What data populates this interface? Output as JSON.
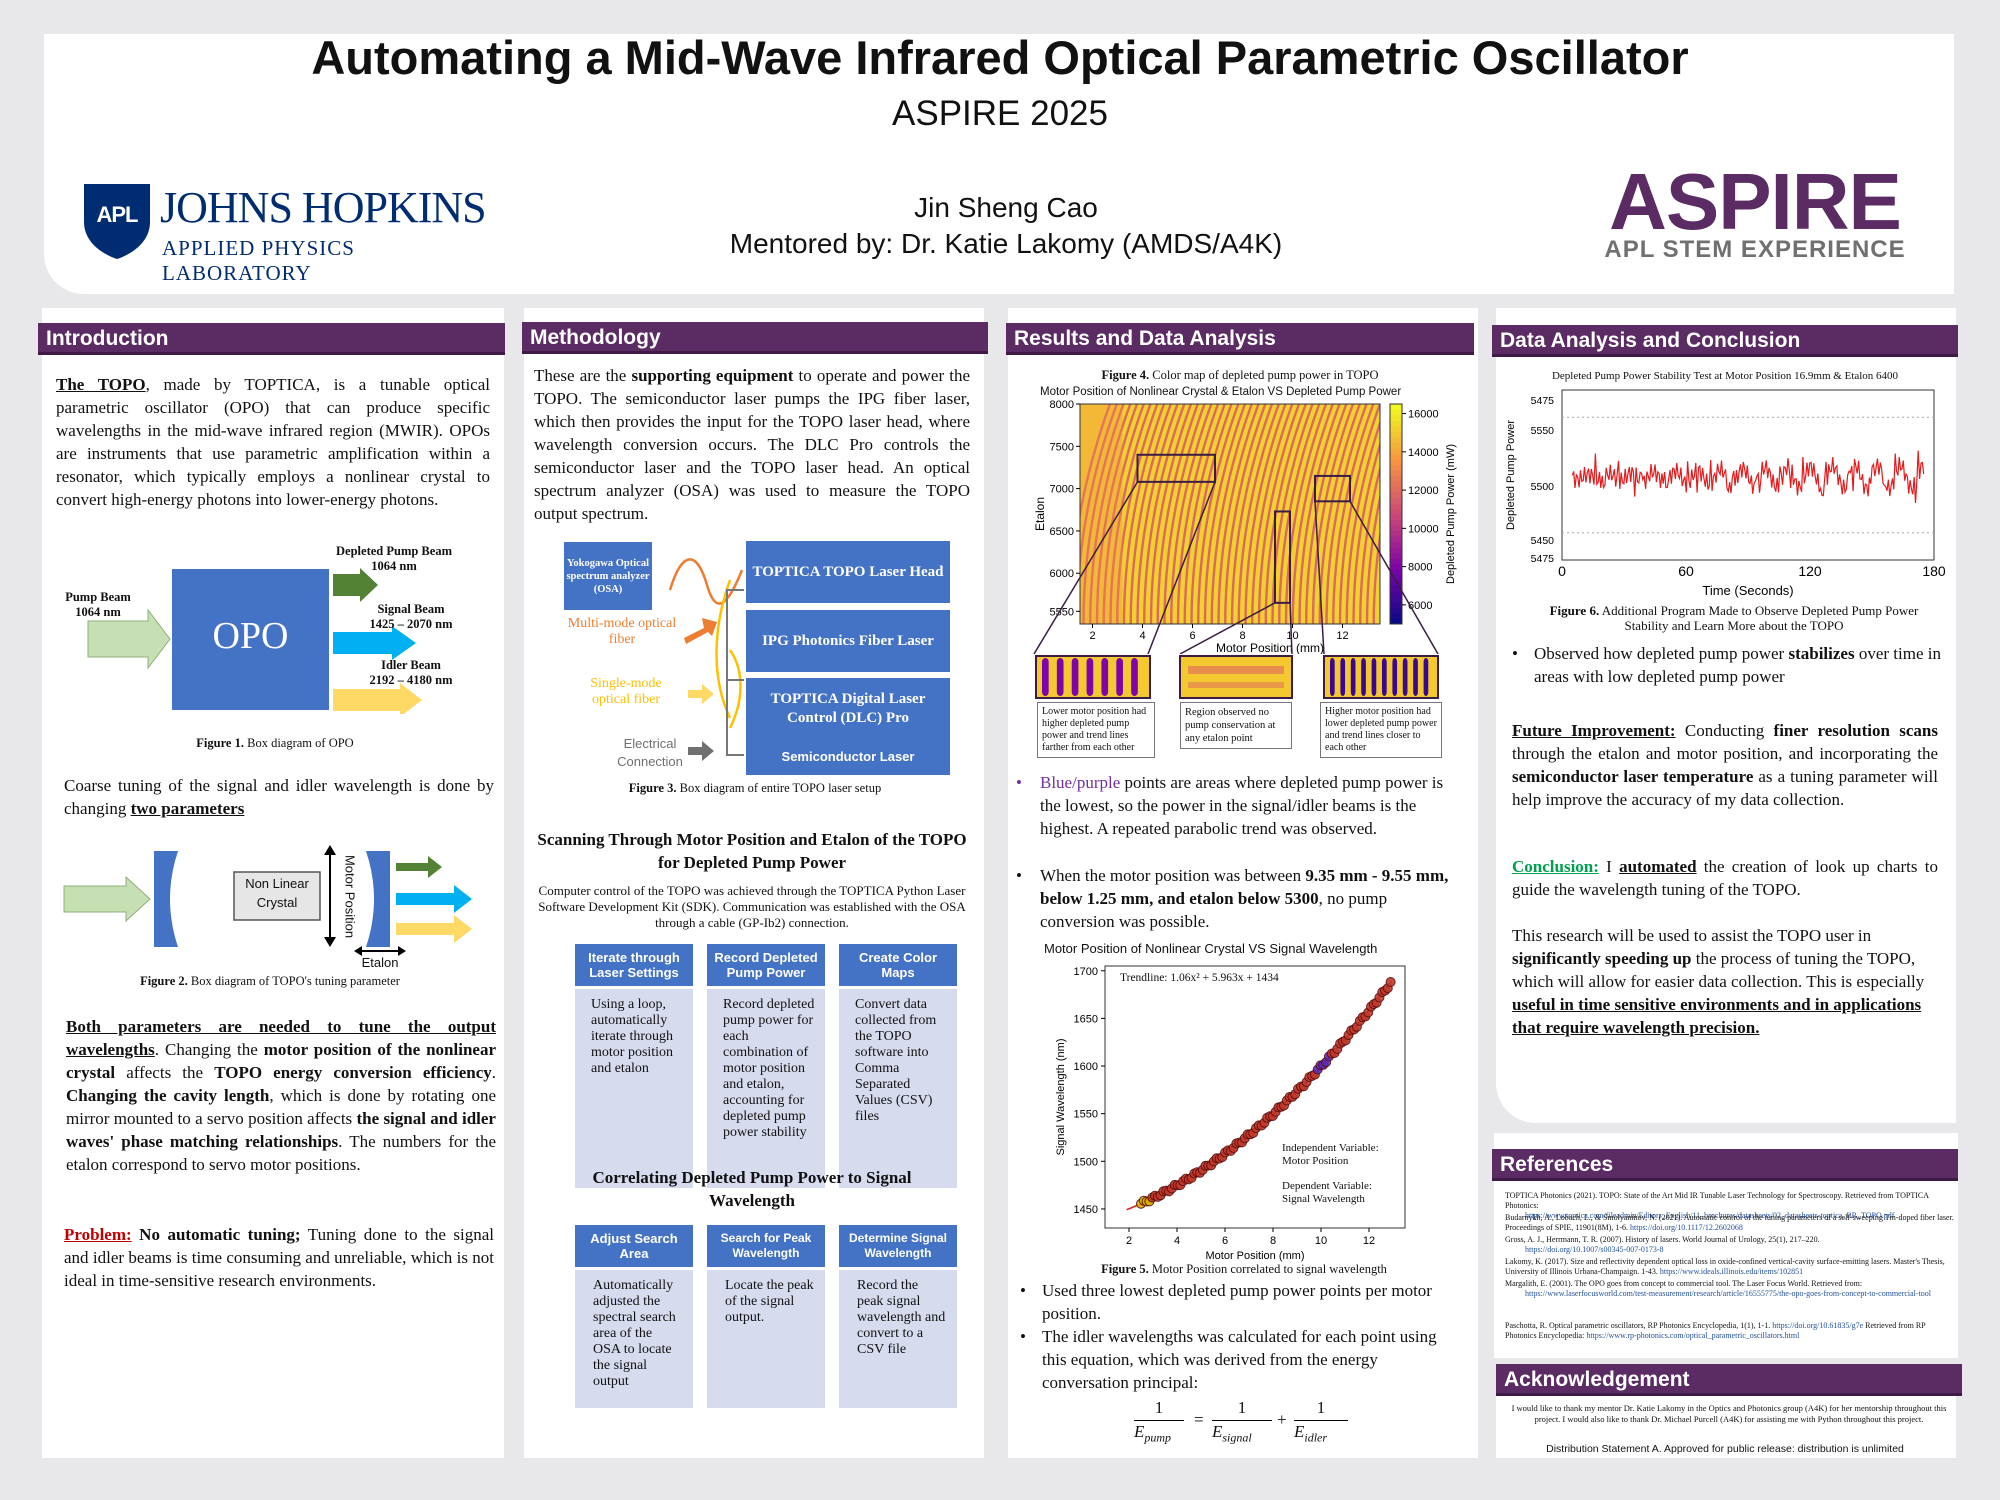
{
  "header": {
    "title": "Automating a Mid-Wave Infrared Optical Parametric Oscillator",
    "event": "ASPIRE 2025",
    "author": "Jin Sheng Cao",
    "mentor": "Mentored by: Dr. Katie Lakomy (AMDS/A4K)",
    "jhu_logo": {
      "mark": "APL",
      "line1": "JOHNS HOPKINS",
      "line2": "APPLIED PHYSICS LABORATORY"
    },
    "aspire_logo": {
      "word": "ASPIRE",
      "tag": "APL STEM EXPERIENCE"
    }
  },
  "colors": {
    "accent": "#5b2b63",
    "blue": "#4472c4",
    "pale": "#d6dbee"
  },
  "intro": {
    "heading": "Introduction",
    "p1_lead": "The TOPO",
    "p1_rest": ", made by TOPTICA, is a tunable optical parametric oscillator (OPO) that can produce specific wavelengths in the mid-wave infrared region (MWIR). OPOs are instruments that use parametric amplification within a resonator, which typically employs a nonlinear crystal to convert high-energy photons into lower-energy photons.",
    "fig1": {
      "opo": "OPO",
      "pump": "Pump Beam",
      "pump_wl": "1064 nm",
      "depleted": "Depleted Pump Beam",
      "depleted_wl": "1064 nm",
      "signal": "Signal Beam",
      "signal_wl": "1425 – 2070 nm",
      "idler": "Idler Beam",
      "idler_wl": "2192 – 4180 nm",
      "caption_label": "Figure 1.",
      "caption": " Box diagram of OPO"
    },
    "p2_a": "Coarse tuning of the signal and idler wavelength is done by changing ",
    "p2_b": "two parameters",
    "fig2": {
      "crystal": "Non Linear Crystal",
      "motor": "Motor Position",
      "etalon": "Etalon",
      "caption_label": "Figure 2.",
      "caption": " Box diagram of TOPO's tuning parameter"
    },
    "p3_a": "Both parameters are needed to tune the output wavelengths",
    "p3_b": ". Changing the ",
    "p3_c": "motor position of the nonlinear crystal",
    "p3_d": " affects the ",
    "p3_e": "TOPO energy conversion efficiency",
    "p3_f": ". ",
    "p3_g": "Changing the cavity length",
    "p3_h": ", which is done by rotating one mirror mounted to a servo position affects ",
    "p3_i": "the signal and idler waves' phase matching relationships",
    "p3_j": ". The numbers for the etalon correspond to servo motor positions.",
    "p4_a": "Problem:",
    "p4_b": " No automatic tuning;",
    "p4_c": " Tuning done to the signal and idler beams is time consuming and unreliable, which is not ideal in time-sensitive research environments."
  },
  "method": {
    "heading": "Methodology",
    "p1_a": "These are the ",
    "p1_b": "supporting equipment",
    "p1_c": " to operate and power the TOPO. The semiconductor laser pumps the IPG fiber laser, which then provides the input for the TOPO laser head, where wavelength conversion occurs. The DLC Pro controls the semiconductor laser and the TOPO laser head. An optical spectrum analyzer (OSA) was used to measure the TOPO output spectrum.",
    "fig3": {
      "osa": "Yokogawa Optical spectrum analyzer (OSA)",
      "head": "TOPTICA TOPO Laser Head",
      "ipg": "IPG Photonics Fiber Laser",
      "dlc": "TOPTICA Digital Laser Control (DLC) Pro",
      "semi": "Semiconductor Laser",
      "multi": "Multi-mode optical fiber",
      "single": "Single-mode optical fiber",
      "elec": "Electrical Connection",
      "caption_label": "Figure 3.",
      "caption": " Box diagram of entire TOPO laser setup"
    },
    "scan_title": "Scanning Through Motor Position and Etalon of the TOPO for Depleted Pump Power",
    "scan_text": "Computer control of the TOPO was achieved through the TOPTICA Python Laser Software Development Kit (SDK). Communication was established with the OSA through a cable (GP-Ib2) connection.",
    "steps1": [
      {
        "title": "Iterate through Laser Settings",
        "body": "Using a loop, automatically iterate through motor position and etalon"
      },
      {
        "title": "Record Depleted Pump Power",
        "body": "Record depleted pump power for each combination of motor position and etalon, accounting for depleted pump power stability"
      },
      {
        "title": "Create Color Maps",
        "body": "Convert data collected from the TOPO software into Comma Separated Values (CSV) files"
      }
    ],
    "corr_title": "Correlating Depleted Pump Power to Signal Wavelength",
    "steps2": [
      {
        "title": "Adjust Search Area",
        "body": "Automatically adjusted the spectral search area of the OSA to locate the signal output"
      },
      {
        "title": "Search for Peak Wavelength",
        "body": "Locate the peak of the signal output."
      },
      {
        "title": "Determine Signal Wavelength",
        "body": "Record the peak signal wavelength and convert to a CSV file"
      }
    ]
  },
  "results": {
    "heading": "Results and Data Analysis",
    "fig4_label": "Figure 4.",
    "fig4_caption": " Color map of depleted pump power in TOPO",
    "notes": [
      "Lower motor position had higher depleted pump power and trend lines farther from each other",
      "Region observed no pump conservation at any etalon point",
      "Higher motor position had lower depleted pump power and trend lines closer to each other"
    ],
    "b1_a": "Blue/purple",
    "b1_b": " points are areas where depleted pump power is the lowest, so the power in the signal/idler beams is the highest. A repeated parabolic trend was observed.",
    "b2_a": "When the motor position was between ",
    "b2_b": "9.35 mm - 9.55 mm, below 1.25 mm, and etalon below 5300",
    "b2_c": ", no pump conversion was possible.",
    "fig5_label": "Figure 5.",
    "fig5_caption": " Motor Position correlated to signal wavelength",
    "b3": "Used three lowest depleted pump power points per motor position.",
    "b4": "The idler wavelengths was calculated for each point using this equation, which was derived from the energy conversation principal:",
    "eq": {
      "one": "1",
      "pump": "pump",
      "signal": "signal",
      "idler": "idler",
      "E": "E",
      "eq": "=",
      "plus": "+"
    }
  },
  "conclusion": {
    "heading": "Data Analysis and Conclusion",
    "fig6_label": "Figure 6.",
    "fig6_caption": " Additional Program Made to Observe Depleted Pump Power Stability and Learn More about the TOPO",
    "b1_a": "Observed how depleted pump power ",
    "b1_b": "stabilizes",
    "b1_c": " over time in areas with low depleted pump power",
    "fut_a": "Future Improvement:",
    "fut_b": " Conducting ",
    "fut_c": "finer resolution scans",
    "fut_d": " through the etalon and motor position, and incorporating the ",
    "fut_e": "semiconductor laser temperature",
    "fut_f": " as a tuning parameter will help improve the accuracy of my data collection.",
    "con_a": "Conclusion:",
    "con_b": " I ",
    "con_c": "automated",
    "con_d": " the creation of look up charts to guide the wavelength tuning of the TOPO.",
    "p3_a": "This research will be used to assist the TOPO user in ",
    "p3_b": "significantly speeding up",
    "p3_c": " the process of tuning the TOPO, which will allow for easier data collection. This is especially ",
    "p3_d": "useful in time sensitive environments and in applications that require wavelength precision."
  },
  "references": {
    "heading": "References",
    "items": [
      {
        "text": "TOPTICA Photonics (2021). TOPO: State of the Art Mid IR Tunable Laser Technology for Spectroscopy. Retrieved from TOPTICA Photonics:",
        "link": "https://www.toptica.com/fileadmin/Editors_English/11_brochures/datasheets/02_datasheets-toptica_BR_TOPO.pdf"
      },
      {
        "text": "Budarnykh, A., Lobach, L., & Smolyaninov, N. (2021). Automatic control of the tuning parameters of a self-sweeping Tm-doped fiber laser. Proceedings of SPIE, 11901(8M), 1-6.",
        "link": "https://doi.org/10.1117/12.2602068"
      },
      {
        "text": "Gross, A. J., Herrmann, T. R. (2007). History of lasers. World Journal of Urology, 25(1), 217–220.",
        "link": "https://doi.org/10.1007/s00345-007-0173-8"
      },
      {
        "text": "Lakomy, K. (2017). Size and reflectivity dependent optical loss in oxide-confined vertical-cavity surface-emitting lasers. Master's Thesis, University of Illinois Urbana-Champaign. 1-43.",
        "link": "https://www.ideals.illinois.edu/items/102851"
      },
      {
        "text": "Margalith, E. (2001). The OPO goes from concept to commercial tool. The Laser Focus World. Retrieved from:",
        "link": "https://www.laserfocusworld.com/test-measurement/research/article/16555775/the-opo-goes-from-concept-to-commercial-tool"
      },
      {
        "text": "Paschotta, R. Optical parametric oscillators, RP Photonics Encyclopedia, 1(1), 1-1.",
        "link": "https://doi.org/10.61835/g7e",
        "tail": " Retrieved from RP Photonics Encyclopedia: ",
        "link2": "https://www.rp-photonics.com/optical_parametric_oscillators.html"
      }
    ]
  },
  "ack": {
    "heading": "Acknowledgement",
    "text": "I would like to thank my mentor Dr. Katie Lakomy in the Optics and Photonics group (A4K) for her mentorship throughout this project. I would also like to thank Dr. Michael Purcell (A4K) for assisting me with Python throughout this project."
  },
  "distribution": "Distribution Statement A. Approved for public release: distribution is unlimited",
  "chart_data": [
    {
      "type": "heatmap",
      "title": "Motor Position of Nonlinear Crystal & Etalon VS Depleted Pump Power",
      "xlabel": "Motor Position (mm)",
      "ylabel": "Etalon",
      "colorbar_label": "Depleted Pump Power (mW)",
      "x_ticks": [
        "2",
        "4",
        "6",
        "8",
        "10",
        "12"
      ],
      "y_ticks": [
        "5550",
        "6000",
        "6500",
        "7000",
        "7500",
        "8000"
      ],
      "colorbar_ticks": [
        "6000",
        "8000",
        "10000",
        "12000",
        "14000",
        "16000"
      ],
      "xlim": [
        1.5,
        13.5
      ],
      "ylim": [
        5400,
        8000
      ],
      "colorbar_range": [
        5000,
        16500
      ],
      "colormap": "plasma"
    },
    {
      "type": "scatter",
      "title": "Motor Position of Nonlinear Crystal VS Signal Wavelength",
      "xlabel": "Motor Position (mm)",
      "ylabel": "Signal Wavelength (nm)",
      "x_ticks": [
        "2",
        "4",
        "6",
        "8",
        "10",
        "12"
      ],
      "y_ticks": [
        "1450",
        "1500",
        "1550",
        "1600",
        "1650",
        "1700"
      ],
      "xlim": [
        1,
        13.5
      ],
      "ylim": [
        1430,
        1705
      ],
      "trendline_label": "Trendline: 1.06x² + 5.963x + 1434",
      "trendline": {
        "a": 1.06,
        "b": 5.963,
        "c": 1434
      },
      "x_range": [
        2.5,
        12.9
      ],
      "annotation": "Independent Variable: Motor Position\nDependent Variable: Signal Wavelength",
      "annotation_lines": [
        "Independent Variable:",
        "Motor Position",
        "Dependent Variable:",
        "Signal Wavelength"
      ]
    },
    {
      "type": "line",
      "title": "Depleted Pump Power Stability Test at Motor Position 16.9mm & Etalon 6400",
      "xlabel": "Time (Seconds)",
      "ylabel": "Depleted Pump Power",
      "x_ticks": [
        "0",
        "60",
        "120",
        "180"
      ],
      "y_ticks": [
        "5475",
        "5550",
        "5500",
        "5450",
        "5475"
      ],
      "xlim": [
        0,
        180
      ],
      "mean": 5500,
      "band": [
        5452,
        5548
      ],
      "color": "#e41a1c"
    }
  ]
}
